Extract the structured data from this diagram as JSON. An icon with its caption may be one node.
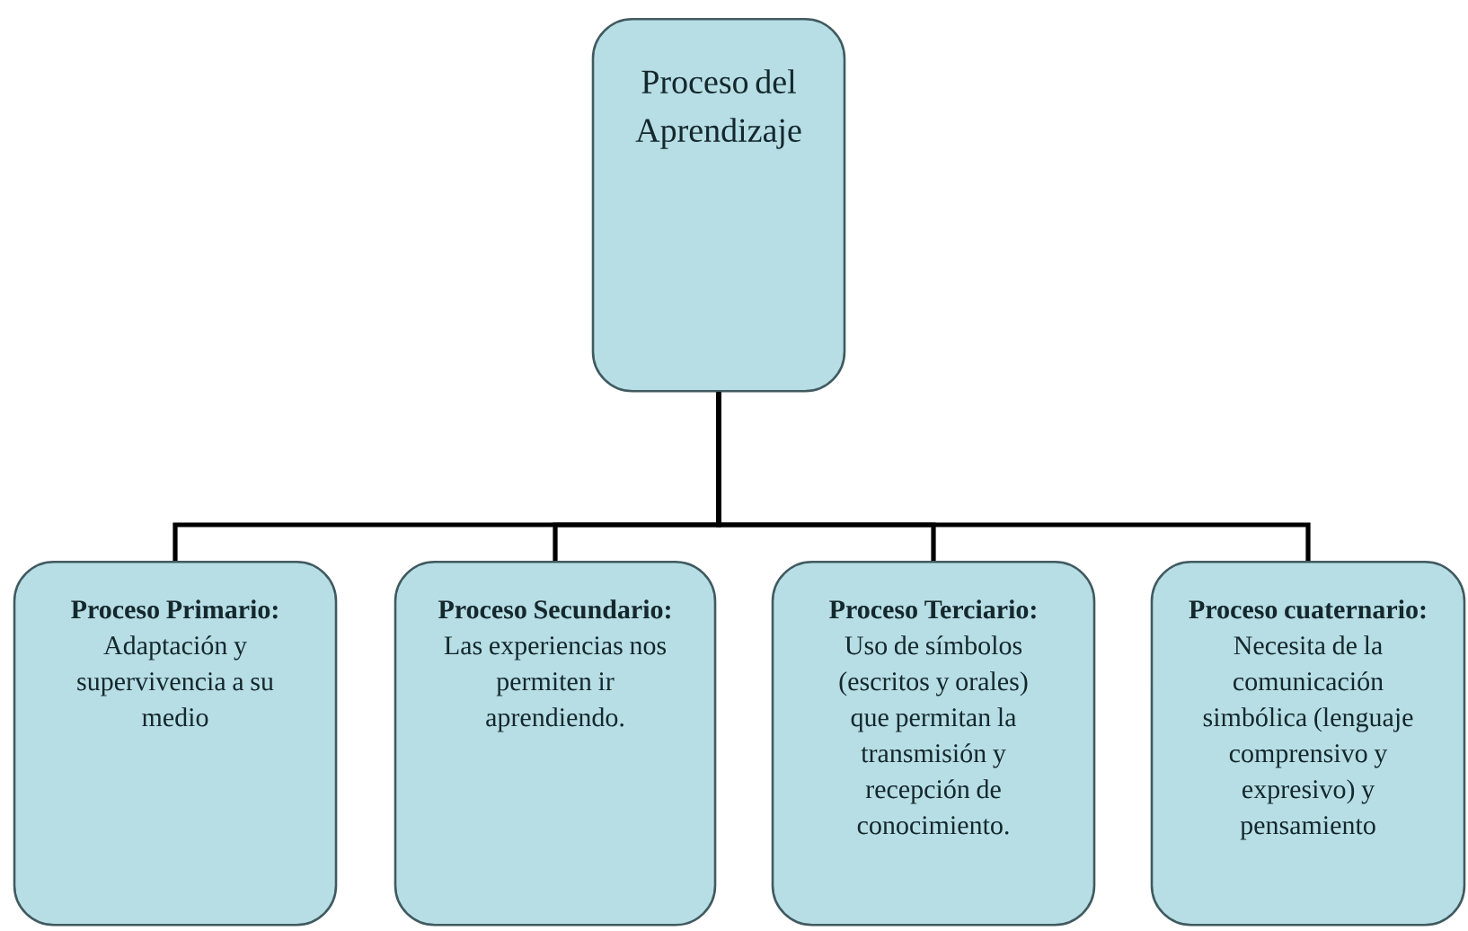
{
  "diagram": {
    "nodes": [
      {
        "text": [
          "Proceso del Aprendizaje"
        ]
      },
      {
        "text": [
          "Proceso Primario:",
          "Adaptación y supervivencia a su medio"
        ]
      },
      {
        "text": [
          "Proceso Secundario:",
          "Las experiencias nos permiten ir aprendiendo."
        ]
      },
      {
        "text": [
          "Proceso Terciario:",
          "Uso de símbolos (escritos y orales) que permitan la transmisión y recepción de conocimiento."
        ]
      },
      {
        "text": [
          "Proceso cuaternario:",
          "Necesita de la comunicación simbólica (lenguaje comprensivo y expresivo) y pensamiento"
        ]
      }
    ],
    "edges": [
      {
        "from": 0,
        "to": 1,
        "arrow": "none"
      },
      {
        "from": 0,
        "to": 2,
        "arrow": "none"
      },
      {
        "from": 0,
        "to": 3,
        "arrow": "none"
      },
      {
        "from": 0,
        "to": 4,
        "arrow": "none"
      }
    ]
  }
}
